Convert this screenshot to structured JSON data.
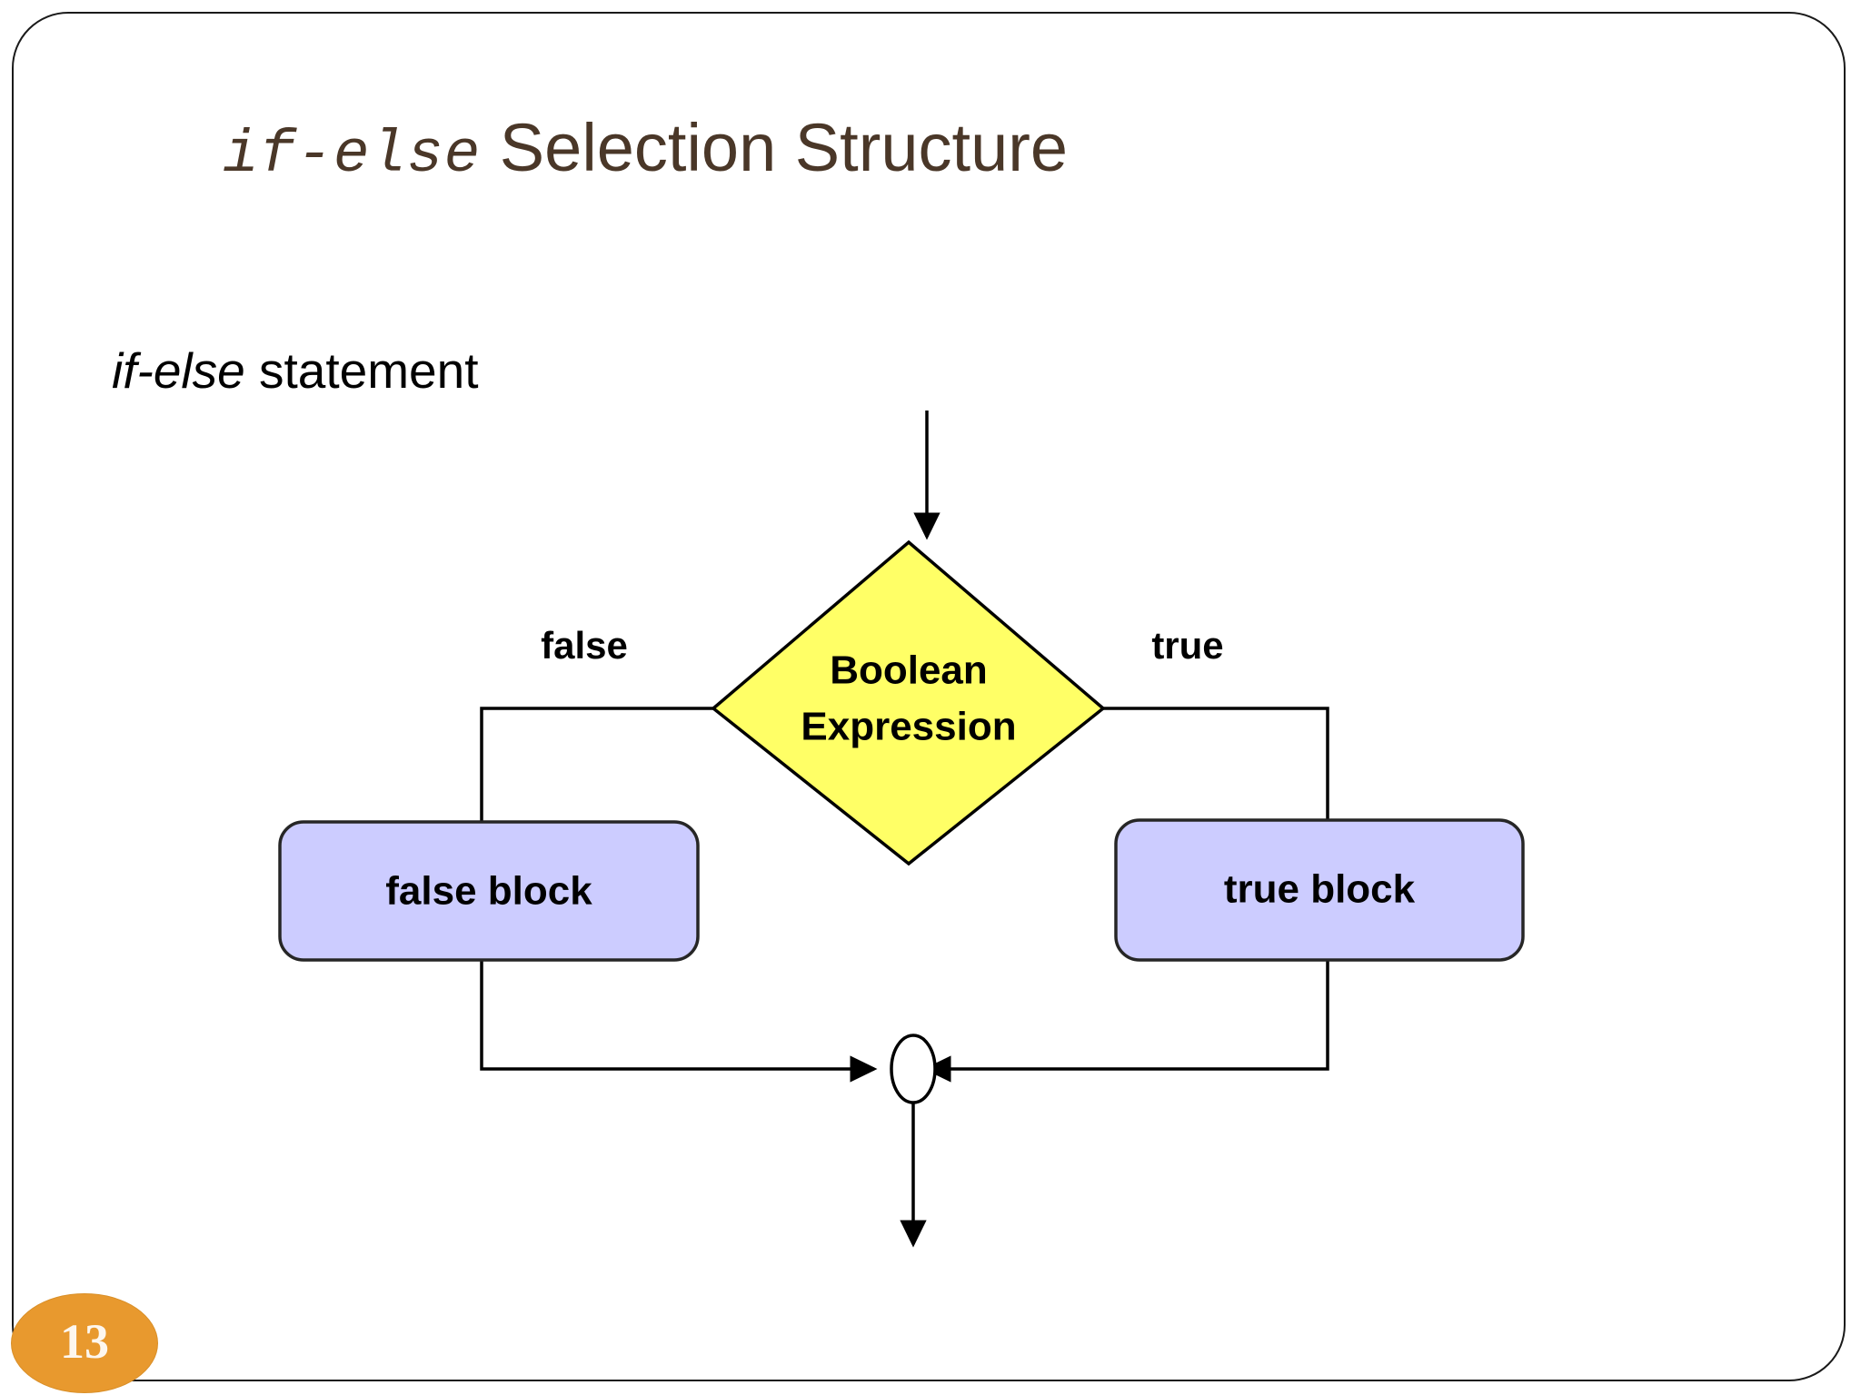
{
  "slide": {
    "page_number": "13",
    "title": {
      "code_part": "if-else",
      "text_part": " Selection Structure",
      "color": "#4a3728"
    },
    "subtitle": {
      "emphasis": "if-else",
      "rest": " statement"
    }
  },
  "diagram": {
    "type": "flowchart",
    "decision": {
      "label_line1": "Boolean",
      "label_line2": "Expression",
      "fill": "#FFFF66",
      "stroke": "#000000"
    },
    "branches": {
      "false_label": "false",
      "true_label": "true"
    },
    "blocks": [
      {
        "id": "false-block",
        "label": "false block",
        "fill": "#CCCCFF",
        "stroke": "#262626"
      },
      {
        "id": "true-block",
        "label": "true block",
        "fill": "#CCCCFF",
        "stroke": "#262626"
      }
    ],
    "merge_node": {
      "shape": "ellipse",
      "fill": "#FFFFFF",
      "stroke": "#000000"
    }
  }
}
